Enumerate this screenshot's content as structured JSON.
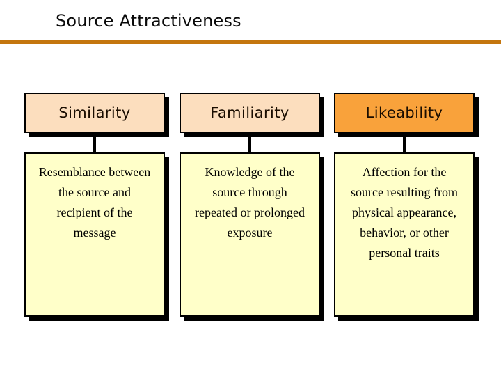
{
  "slide": {
    "title": "Source Attractiveness",
    "rule_color": "#c4760e",
    "background_color": "#ffffff"
  },
  "colors": {
    "header_peach": "#fcdebe",
    "header_orange": "#f9a23b",
    "body_yellow": "#ffffc9",
    "box_border": "#000000",
    "box_shadow": "#000000",
    "title_text": "#0a0a0a"
  },
  "columns": [
    {
      "header": "Similarity",
      "header_fill": "#fcdebe",
      "body": "Resemblance between the source and recipient of the message",
      "body_fill": "#ffffc9"
    },
    {
      "header": "Familiarity",
      "header_fill": "#fcdebe",
      "body": "Knowledge of the source through repeated or prolonged exposure",
      "body_fill": "#ffffc9"
    },
    {
      "header": "Likeability",
      "header_fill": "#f9a23b",
      "body": "Affection for the source resulting from physical appearance, behavior, or other personal traits",
      "body_fill": "#ffffc9"
    }
  ]
}
